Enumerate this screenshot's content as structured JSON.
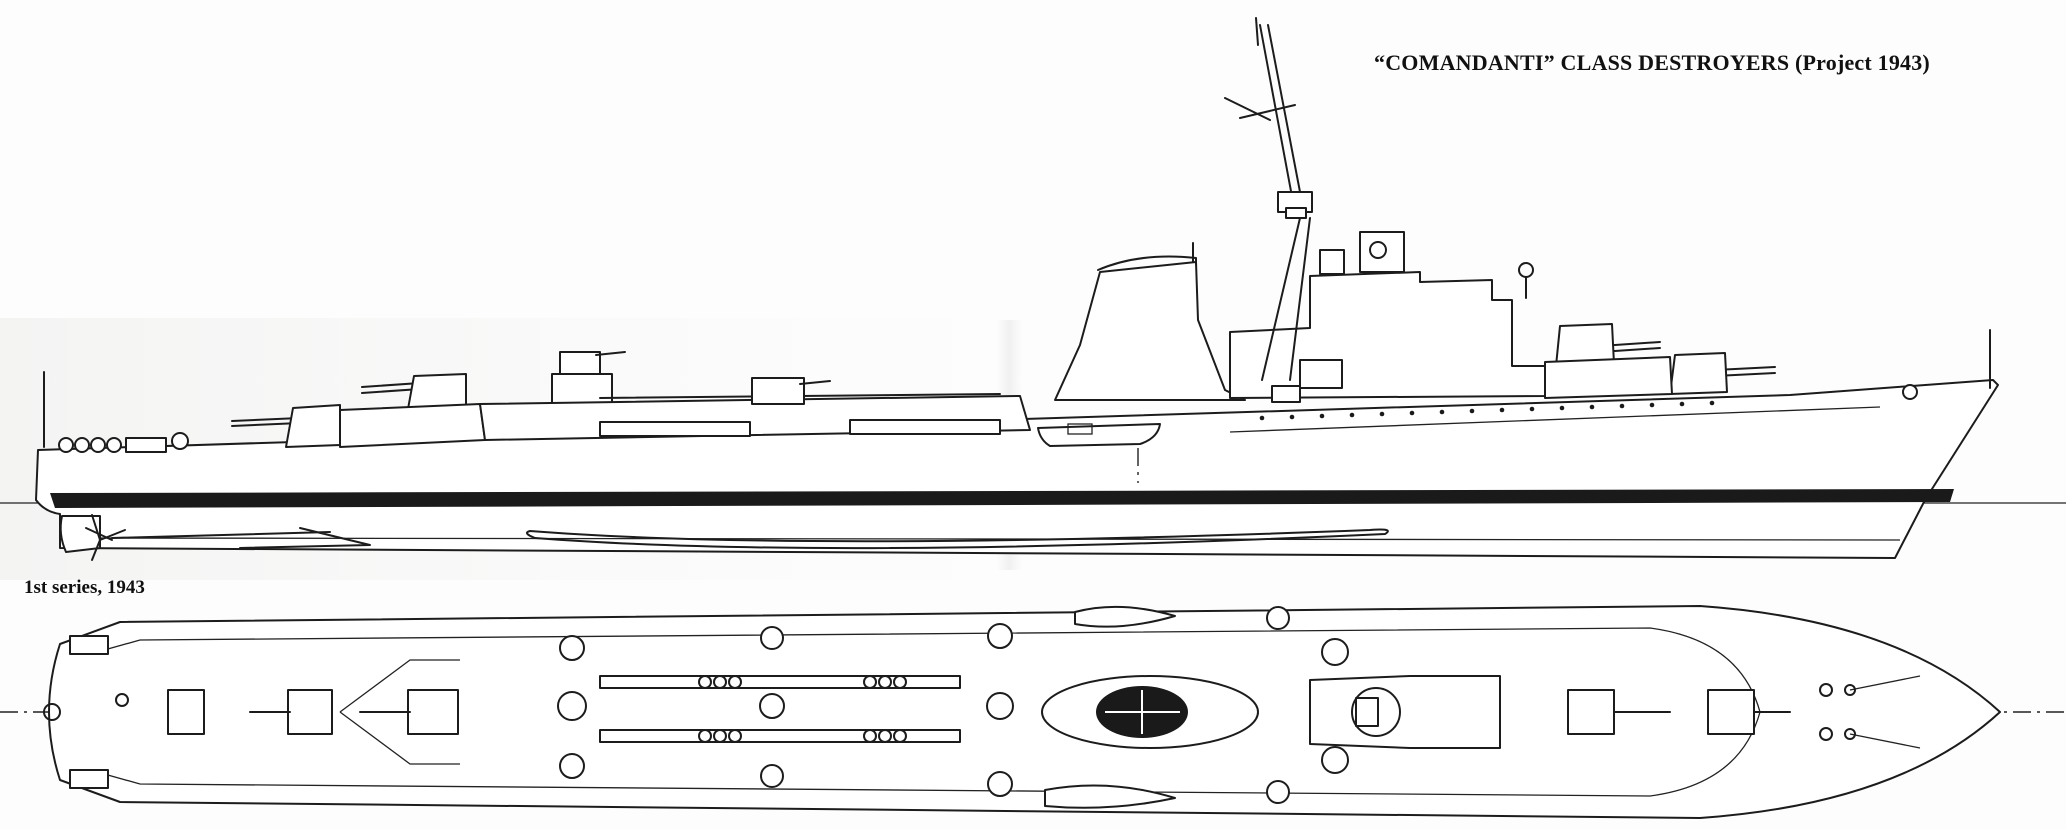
{
  "title": "“COMANDANTI” CLASS DESTROYERS (Project 1943)",
  "series_caption": "1st series, 1943",
  "views": [
    "profile",
    "plan"
  ]
}
